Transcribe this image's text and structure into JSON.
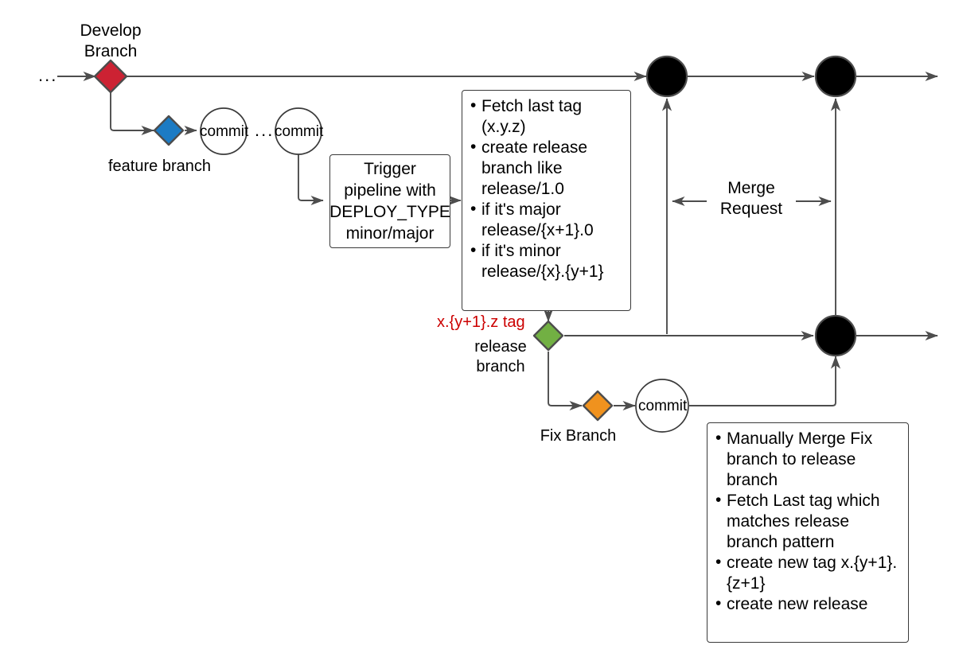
{
  "diagram": {
    "title": "Git branching release pipeline flow",
    "colors": {
      "develop_node": "#CC2233",
      "feature_node": "#1C7BC4",
      "release_node": "#72B043",
      "fix_node": "#F0921E",
      "merge_node": "#000000",
      "line": "#4d4d4d",
      "tag_text": "#CC0000",
      "box_border": "#3A3A3A"
    },
    "labels": {
      "develop_branch": "Develop\nBranch",
      "feature_branch": "feature branch",
      "release_branch": "release\nbranch",
      "fix_branch": "Fix Branch",
      "merge_request": "Merge\nRequest",
      "tag_note": "x.{y+1}.z tag",
      "ellipsis_left": "...",
      "ellipsis_mid": "..."
    },
    "commits": {
      "feature_commit_1": "commit",
      "feature_commit_2": "commit",
      "fix_commit": "commit"
    },
    "trigger_box": {
      "text": "Trigger\npipeline with\nDEPLOY_TYPE\nminor/major"
    },
    "release_steps_box": {
      "items": [
        "Fetch last tag (x.y.z)",
        "create release branch like release/1.0",
        "if it's major release/{x+1}.0",
        "if it's minor release/{x}.{y+1}"
      ]
    },
    "fix_steps_box": {
      "items": [
        "Manually Merge Fix branch to release branch",
        "Fetch Last tag which matches release branch pattern",
        "create new tag x.{y+1}.{z+1}",
        "create new release"
      ]
    }
  }
}
